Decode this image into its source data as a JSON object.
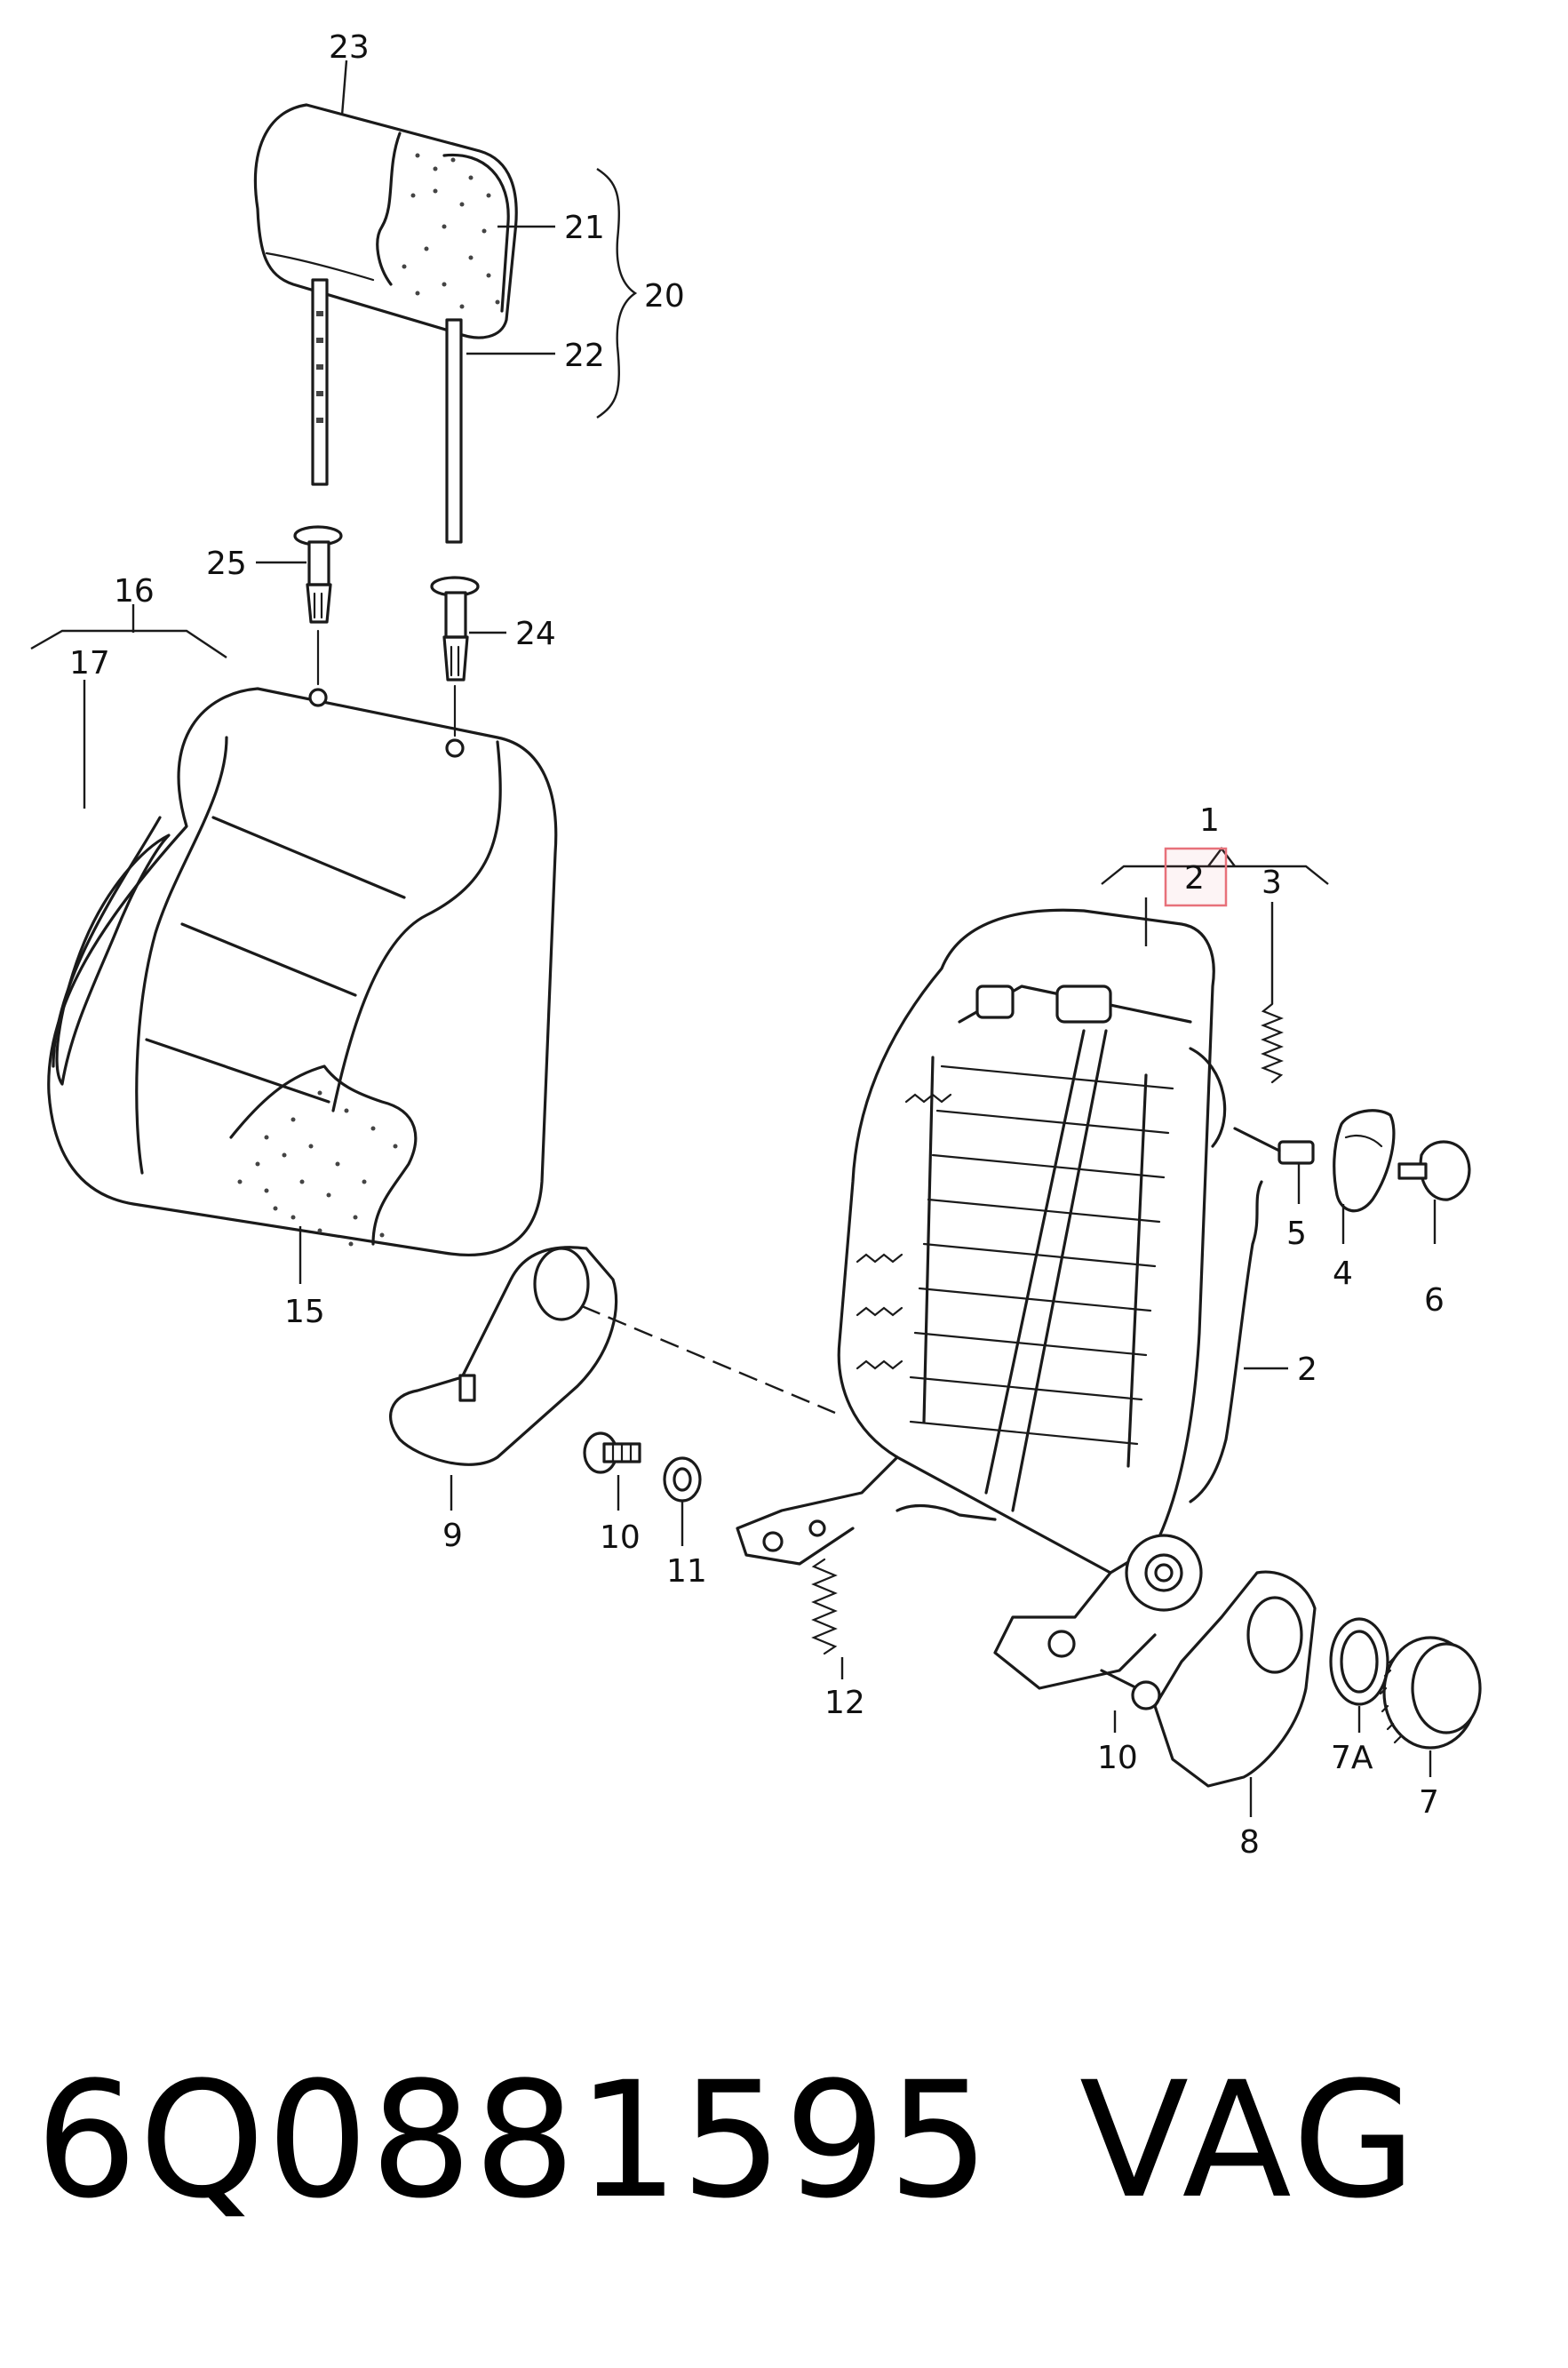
{
  "callouts": {
    "c1": "1",
    "c2_top": "2",
    "c2_side": "2",
    "c3": "3",
    "c4": "4",
    "c5": "5",
    "c6": "6",
    "c7": "7",
    "c7a": "7A",
    "c8": "8",
    "c9": "9",
    "c10_left": "10",
    "c10_right": "10",
    "c11": "11",
    "c12": "12",
    "c15": "15",
    "c16": "16",
    "c17": "17",
    "c20": "20",
    "c21": "21",
    "c22": "22",
    "c23": "23",
    "c24": "24",
    "c25": "25"
  },
  "highlight_color": "#e8717a",
  "footer": {
    "part_number": "6Q0881595",
    "brand": "VAG"
  }
}
